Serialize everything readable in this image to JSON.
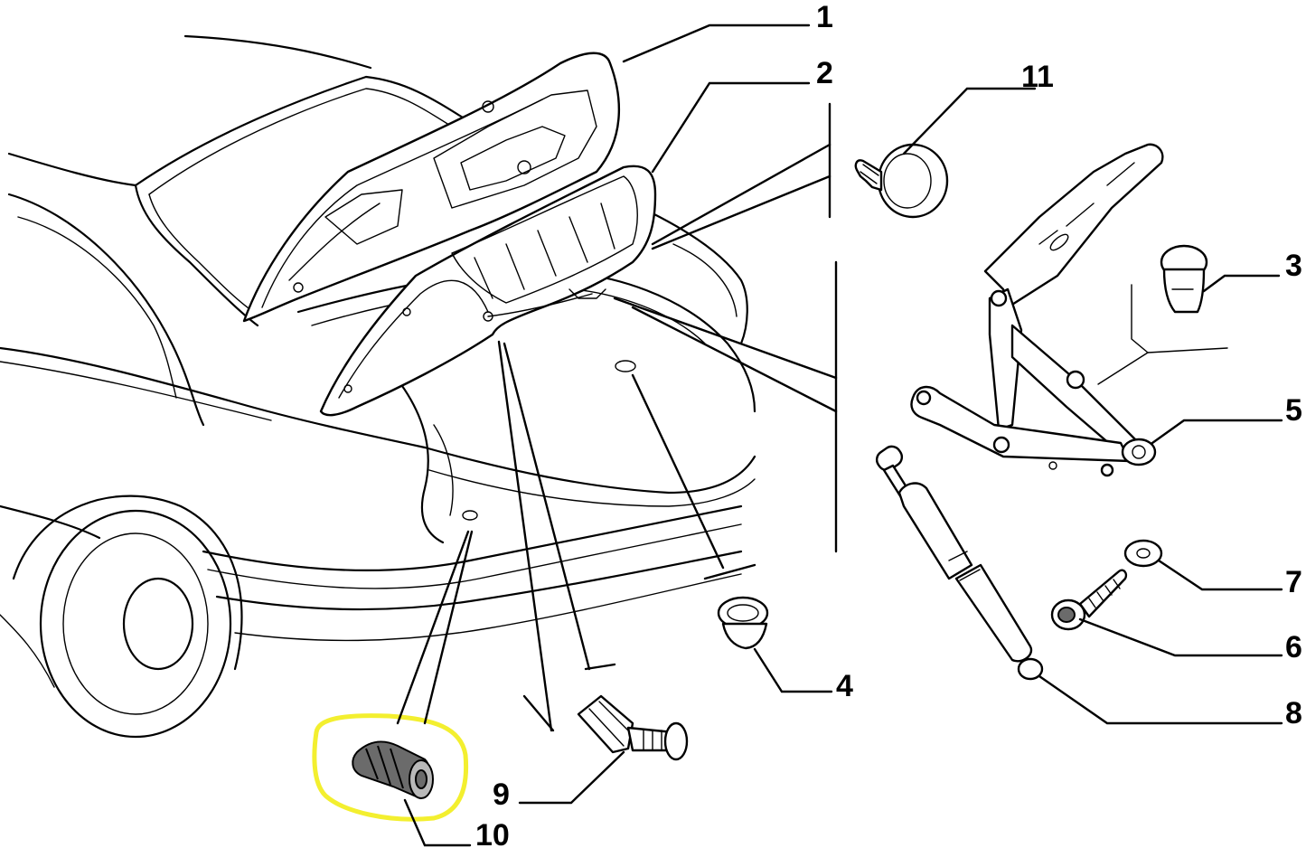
{
  "highlight_color": "#f3ef2f",
  "callouts": [
    {
      "id": "1",
      "label": "1"
    },
    {
      "id": "2",
      "label": "2"
    },
    {
      "id": "3",
      "label": "3"
    },
    {
      "id": "4",
      "label": "4"
    },
    {
      "id": "5",
      "label": "5"
    },
    {
      "id": "6",
      "label": "6"
    },
    {
      "id": "7",
      "label": "7"
    },
    {
      "id": "8",
      "label": "8"
    },
    {
      "id": "9",
      "label": "9"
    },
    {
      "id": "10",
      "label": "10"
    },
    {
      "id": "11",
      "label": "11"
    }
  ],
  "highlighted_callout": "10"
}
